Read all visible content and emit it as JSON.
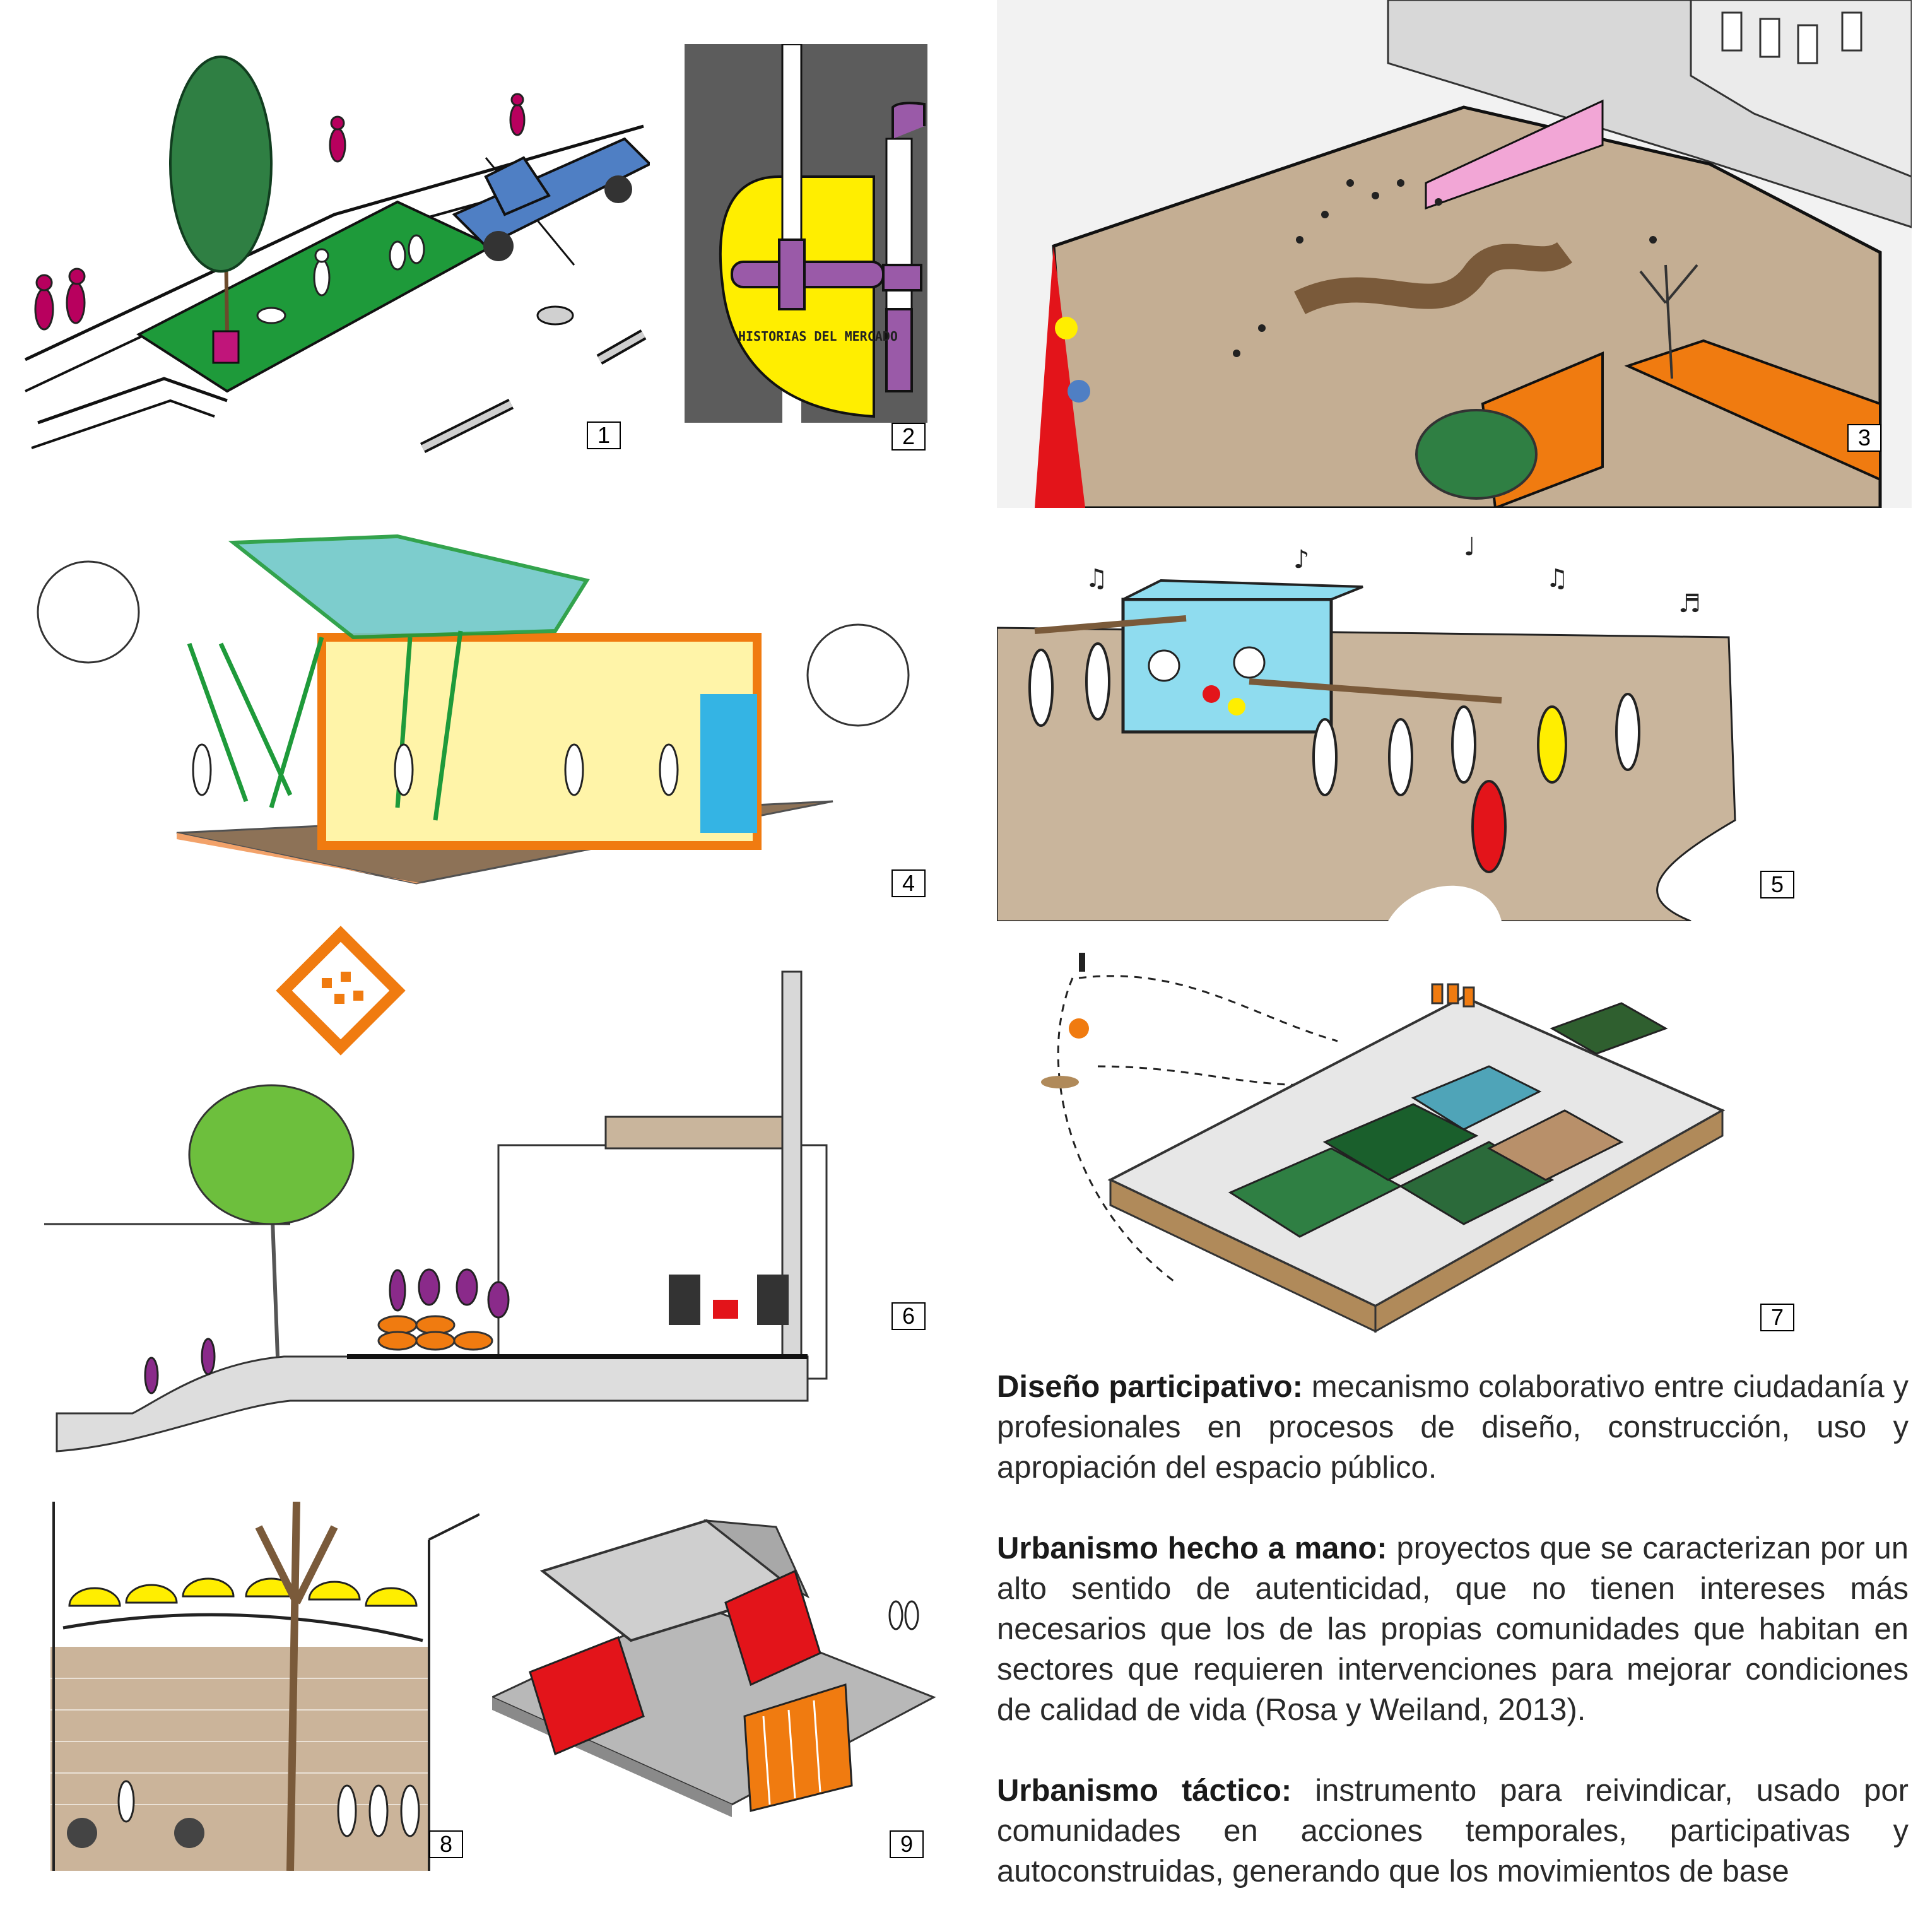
{
  "figure_numbers": [
    "1",
    "2",
    "3",
    "4",
    "5",
    "6",
    "7",
    "8",
    "9"
  ],
  "sketch2_label": "HISTORIAS DEL MERCADO",
  "definitions": [
    {
      "term": "Diseño participativo:",
      "text": "mecanismo colaborativo entre ciudadanía y profesionales en procesos de diseño, construcción, uso y apropiación del espacio público."
    },
    {
      "term": "Urbanismo hecho a mano:",
      "text": "proyectos que se caracterizan por un alto sentido de autenticidad, que no tienen intereses más necesarios que los de las propias comunidades que habitan en sectores que requieren intervenciones para mejorar condiciones de calidad de vida (Rosa y Weiland, 2013)."
    },
    {
      "term": "Urbanismo táctico:",
      "text": "instrumento para reivindicar, usado por comunidades en acciones temporales, participativas y autoconstruidas, generando que los movimientos de base"
    }
  ],
  "colors": {
    "green": "#1e9a3a",
    "magenta": "#b8005e",
    "blue": "#4f7fc4",
    "yellow": "#ffee00",
    "purple": "#9a5aa8",
    "orange": "#f07b10",
    "sand": "#cbb49a",
    "red": "#e3141a",
    "sky": "#8fdcef",
    "teal": "#5fb7c4"
  }
}
